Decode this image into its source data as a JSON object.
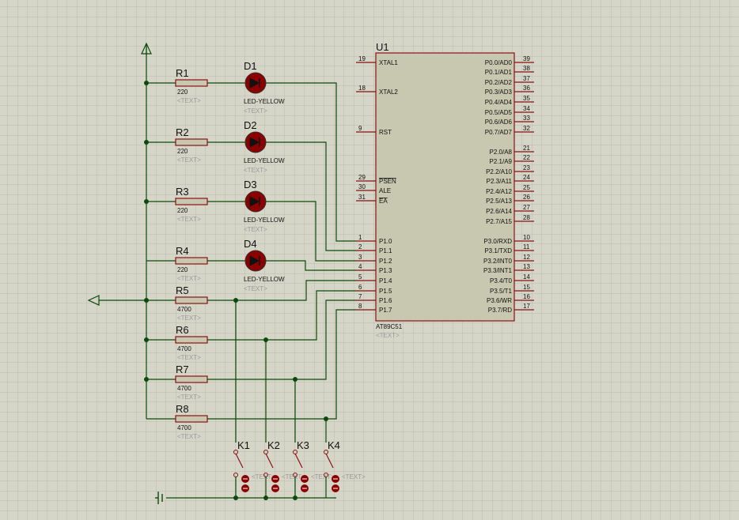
{
  "colors": {
    "background": "#d6d6c8",
    "grid": "#bcbcae",
    "wire": "#0a4a0a",
    "component_body": "#c8c8b0",
    "component_outline": "#8a1010",
    "led_fill": "#8b0000",
    "junction": "#0a4a0a"
  },
  "mcu": {
    "ref": "U1",
    "part": "AT89C51",
    "text_placeholder": "<TEXT>",
    "left_pins": [
      {
        "num": "19",
        "name": "XTAL1"
      },
      {
        "num": "18",
        "name": "XTAL2"
      },
      {
        "num": "9",
        "name": "RST"
      },
      {
        "num": "29",
        "name": "PSEN"
      },
      {
        "num": "30",
        "name": "ALE"
      },
      {
        "num": "31",
        "name": "EA"
      },
      {
        "num": "1",
        "name": "P1.0"
      },
      {
        "num": "2",
        "name": "P1.1"
      },
      {
        "num": "3",
        "name": "P1.2"
      },
      {
        "num": "4",
        "name": "P1.3"
      },
      {
        "num": "5",
        "name": "P1.4"
      },
      {
        "num": "6",
        "name": "P1.5"
      },
      {
        "num": "7",
        "name": "P1.6"
      },
      {
        "num": "8",
        "name": "P1.7"
      }
    ],
    "right_pins": [
      {
        "num": "39",
        "name": "P0.0/AD0"
      },
      {
        "num": "38",
        "name": "P0.1/AD1"
      },
      {
        "num": "37",
        "name": "P0.2/AD2"
      },
      {
        "num": "36",
        "name": "P0.3/AD3"
      },
      {
        "num": "35",
        "name": "P0.4/AD4"
      },
      {
        "num": "34",
        "name": "P0.5/AD5"
      },
      {
        "num": "33",
        "name": "P0.6/AD6"
      },
      {
        "num": "32",
        "name": "P0.7/AD7"
      },
      {
        "num": "21",
        "name": "P2.0/A8"
      },
      {
        "num": "22",
        "name": "P2.1/A9"
      },
      {
        "num": "23",
        "name": "P2.2/A10"
      },
      {
        "num": "24",
        "name": "P2.3/A11"
      },
      {
        "num": "25",
        "name": "P2.4/A12"
      },
      {
        "num": "26",
        "name": "P2.5/A13"
      },
      {
        "num": "27",
        "name": "P2.6/A14"
      },
      {
        "num": "28",
        "name": "P2.7/A15"
      },
      {
        "num": "10",
        "name": "P3.0/RXD"
      },
      {
        "num": "11",
        "name": "P3.1/TXD"
      },
      {
        "num": "12",
        "name": "P3.2/INT0"
      },
      {
        "num": "13",
        "name": "P3.3/INT1"
      },
      {
        "num": "14",
        "name": "P3.4/T0"
      },
      {
        "num": "15",
        "name": "P3.5/T1"
      },
      {
        "num": "16",
        "name": "P3.6/WR"
      },
      {
        "num": "17",
        "name": "P3.7/RD"
      }
    ]
  },
  "resistors": [
    {
      "ref": "R1",
      "value": "220",
      "text": "<TEXT>"
    },
    {
      "ref": "R2",
      "value": "220",
      "text": "<TEXT>"
    },
    {
      "ref": "R3",
      "value": "220",
      "text": "<TEXT>"
    },
    {
      "ref": "R4",
      "value": "220",
      "text": "<TEXT>"
    },
    {
      "ref": "R5",
      "value": "4700",
      "text": "<TEXT>"
    },
    {
      "ref": "R6",
      "value": "4700",
      "text": "<TEXT>"
    },
    {
      "ref": "R7",
      "value": "4700",
      "text": "<TEXT>"
    },
    {
      "ref": "R8",
      "value": "4700",
      "text": "<TEXT>"
    }
  ],
  "leds": [
    {
      "ref": "D1",
      "type": "LED-YELLOW",
      "text": "<TEXT>"
    },
    {
      "ref": "D2",
      "type": "LED-YELLOW",
      "text": "<TEXT>"
    },
    {
      "ref": "D3",
      "type": "LED-YELLOW",
      "text": "<TEXT>"
    },
    {
      "ref": "D4",
      "type": "LED-YELLOW",
      "text": "<TEXT>"
    }
  ],
  "switches": [
    {
      "ref": "K1"
    },
    {
      "ref": "K2"
    },
    {
      "ref": "K3"
    },
    {
      "ref": "K4",
      "text": "<TEXT>"
    }
  ],
  "switch_text": "<TEXT>"
}
